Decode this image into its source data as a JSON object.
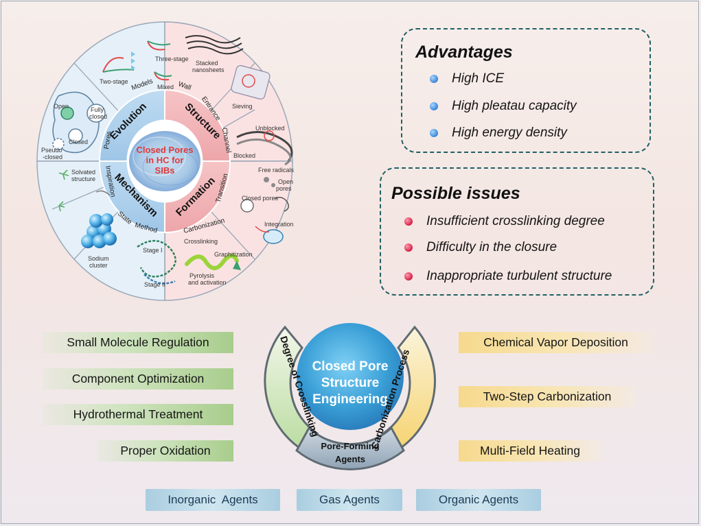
{
  "wheel": {
    "center_text": [
      "Closed Pores",
      "in HC for",
      "SIBs"
    ],
    "quadrants": {
      "evolution": "Evolution",
      "structure": "Structure",
      "mechanism": "Mechanism",
      "formation": "Formation"
    },
    "sub_labels": {
      "models": "Models",
      "pores": "Pores",
      "wall": "Wall",
      "entrance": "Entrance",
      "channel": "Channel",
      "inspiration": "Inspiration",
      "state": "State",
      "method": "Method",
      "transition": "Transition",
      "carbonization": "Carbonization"
    },
    "panel_labels": {
      "two_stage": "Two-stage",
      "three_stage": "Three-stage",
      "mixed": "Mixed",
      "open": "Open",
      "fully_closed": [
        "Fully",
        "closed"
      ],
      "closed": "Closed",
      "pseudo_closed": [
        "Pseudo",
        "-closed"
      ],
      "stacked_nanosheets": [
        "Stacked",
        "nanosheets"
      ],
      "sieving": "Sieving",
      "unblocked": "Unblocked",
      "blocked": "Blocked",
      "solvated_structure": [
        "Solvated",
        "structure"
      ],
      "sodium_cluster": [
        "Sodium",
        "cluster"
      ],
      "stage_1": "Stage I",
      "stage_2": "Stage II",
      "free_radicals": "Free radicals",
      "open_pores": [
        "Open",
        "pores"
      ],
      "closed_pores": "Closed pores",
      "integration": "Integration",
      "crosslinking": "Crosslinking",
      "graphitization": "Graphitization",
      "pyrolysis": [
        "Pyrolysis",
        "and activation"
      ]
    }
  },
  "advantages": {
    "title": "Advantages",
    "items": [
      "High ICE",
      "High pleatau capacity",
      "High energy density"
    ]
  },
  "issues": {
    "title": "Possible issues",
    "items": [
      "Insufficient crosslinking degree",
      "Difficulty in the closure",
      "Inappropriate turbulent structure"
    ]
  },
  "engineering": {
    "center": [
      "Closed Pore",
      "Structure",
      "Engineering"
    ],
    "left_arc": "Degree of Crosslinking",
    "right_arc": "Carbonization Process",
    "bottom_arc": [
      "Pore-Forming",
      "Agents"
    ]
  },
  "left_methods": [
    "Small Molecule Regulation",
    "Component Optimization",
    "Hydrothermal Treatment",
    "Proper Oxidation"
  ],
  "right_methods": [
    "Chemical Vapor Deposition",
    "Two-Step Carbonization",
    "Multi-Field Heating"
  ],
  "bottom_agents": [
    "Inorganic  Agents",
    "Gas Agents",
    "Organic Agents"
  ],
  "colors": {
    "dash": "#1f5f63",
    "evolution": "#5a9fd6",
    "structure": "#e07f85",
    "mechanism": "#5a9fd6",
    "formation": "#e07f85",
    "center_red": "#e03a3a",
    "eng_center": "#3a9fd6"
  }
}
